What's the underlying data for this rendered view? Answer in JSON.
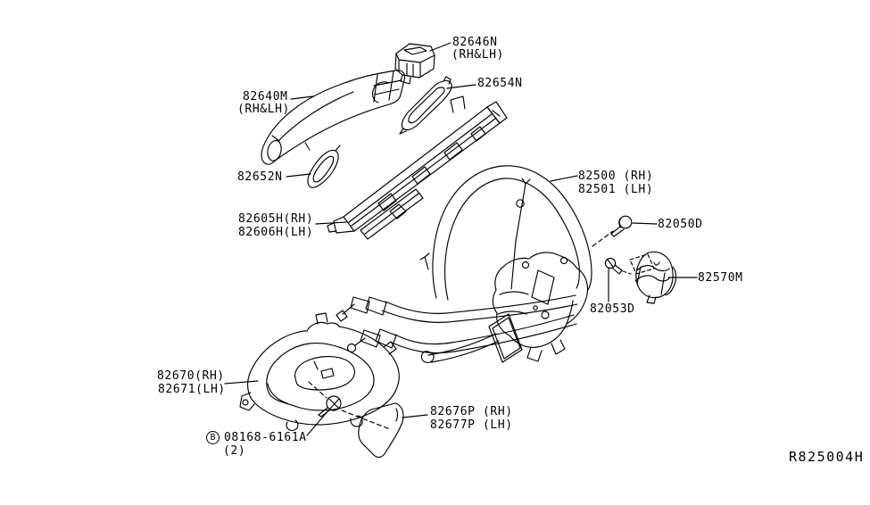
{
  "diagram": {
    "title_hint": "rear door lock and handle parts diagram",
    "ref_code": "R825004H",
    "colors": {
      "line": "#000000",
      "background": "#ffffff"
    },
    "parts": {
      "bracket_cap": {
        "num": "82646N",
        "variant": "(RH&LH)"
      },
      "seal": {
        "num": "82654N"
      },
      "outside_handle": {
        "num": "82640M",
        "variant": "(RH&LH)"
      },
      "escutcheon": {
        "num": "82652N"
      },
      "handle_base": {
        "num_rh": "82605H(RH)",
        "num_lh": "82606H(LH)"
      },
      "lock_assembly": {
        "num_rh": "82500 (RH)",
        "num_lh": "82501 (LH)"
      },
      "screw_upper": {
        "num": "82050D"
      },
      "striker": {
        "num": "82570M"
      },
      "screw_lower": {
        "num": "82053D"
      },
      "inside_handle": {
        "num_rh": "82670(RH)",
        "num_lh": "82671(LH)"
      },
      "bolt": {
        "marker": "B",
        "num": "08168-6161A",
        "qty": "(2)"
      },
      "inside_seal": {
        "num_rh": "82676P (RH)",
        "num_lh": "82677P (LH)"
      }
    }
  }
}
